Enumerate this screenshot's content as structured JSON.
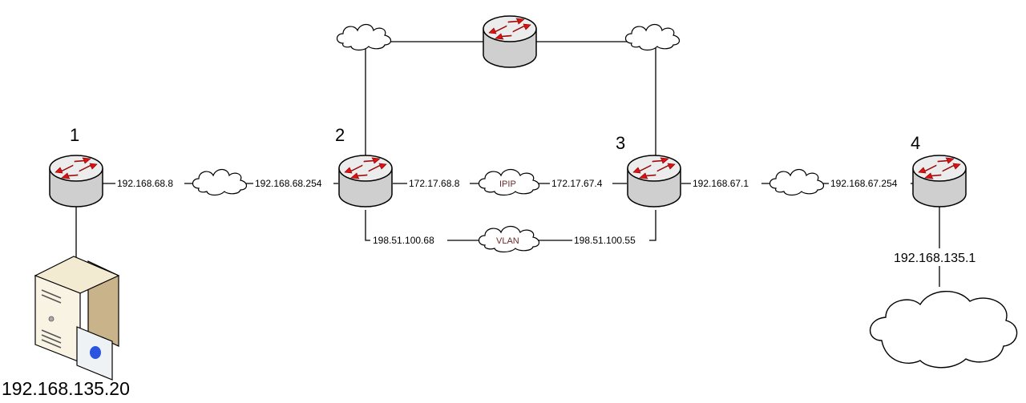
{
  "routers": [
    {
      "id": "r1",
      "number": "1"
    },
    {
      "id": "r2",
      "number": "2"
    },
    {
      "id": "r3",
      "number": "3"
    },
    {
      "id": "r4",
      "number": "4"
    },
    {
      "id": "rtop",
      "number": ""
    }
  ],
  "interfaces": {
    "r1_right": "192.168.68.8",
    "r2_left": "192.168.68.254",
    "r2_right": "172.17.68.8",
    "r3_left": "172.17.67.4",
    "r2_bottom": "198.51.100.68",
    "r3_bottom": "198.51.100.55",
    "r3_right": "192.168.67.1",
    "r4_left": "192.168.67.254",
    "r4_lan": "192.168.135.1"
  },
  "clouds": {
    "ipip": "IPIP",
    "vlan": "VLAN"
  },
  "server": {
    "ip": "192.168.135.20"
  },
  "colors": {
    "router_arrow": "#e01010",
    "router_body": "#d9d9d9",
    "line": "#000000",
    "cloud_label": "#6b2a2a"
  }
}
